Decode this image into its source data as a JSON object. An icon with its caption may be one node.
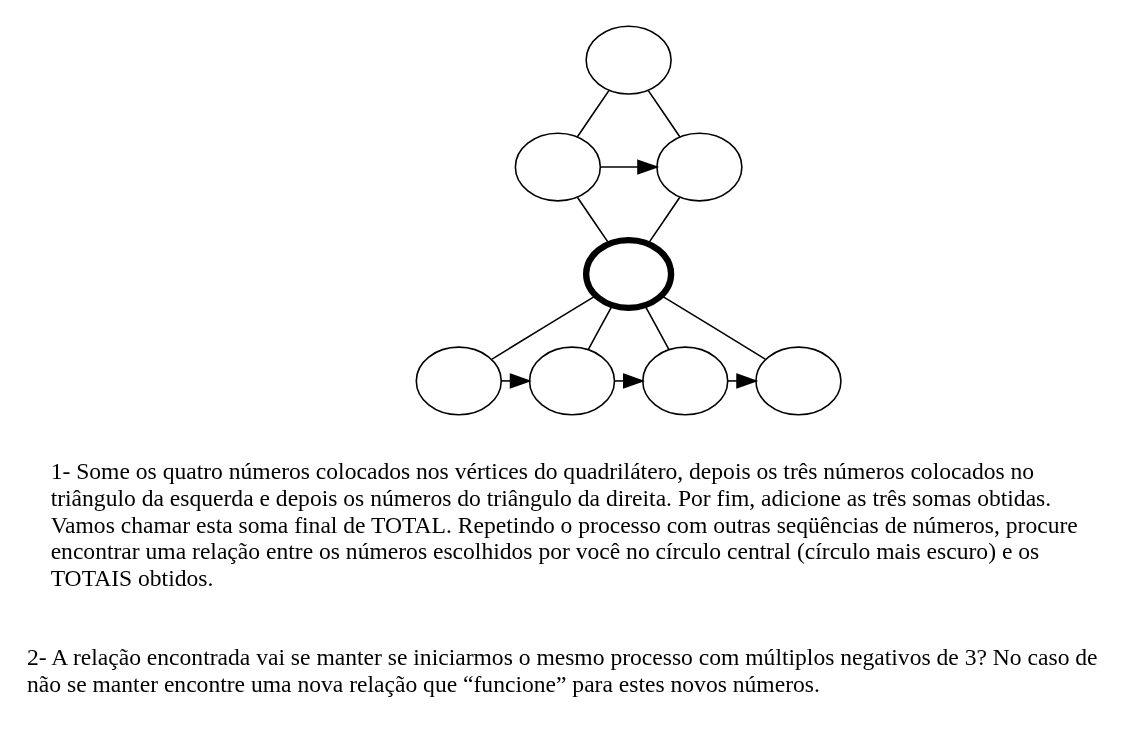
{
  "diagram": {
    "nodes": [
      {
        "text": [],
        "shape": "circle"
      },
      {
        "text": [],
        "shape": "circle"
      },
      {
        "text": [],
        "shape": "circle"
      },
      {
        "text": [],
        "shape": "circle"
      },
      {
        "text": [],
        "shape": "circle"
      },
      {
        "text": [],
        "shape": "circle"
      },
      {
        "text": [],
        "shape": "circle"
      },
      {
        "text": [],
        "shape": "circle"
      }
    ],
    "edges": [
      {
        "from": 0,
        "to": 1,
        "arrow": "none"
      },
      {
        "from": 0,
        "to": 2,
        "arrow": "none"
      },
      {
        "from": 1,
        "to": 2,
        "arrow": "to"
      },
      {
        "from": 1,
        "to": 3,
        "arrow": "none"
      },
      {
        "from": 2,
        "to": 3,
        "arrow": "none"
      },
      {
        "from": 3,
        "to": 4,
        "arrow": "none"
      },
      {
        "from": 3,
        "to": 5,
        "arrow": "none"
      },
      {
        "from": 3,
        "to": 6,
        "arrow": "none"
      },
      {
        "from": 3,
        "to": 7,
        "arrow": "none"
      },
      {
        "from": 4,
        "to": 5,
        "arrow": "to"
      },
      {
        "from": 5,
        "to": 6,
        "arrow": "to"
      },
      {
        "from": 6,
        "to": 7,
        "arrow": "to"
      }
    ],
    "labels": [
      "1- Some os quatro números colocados nos vértices do quadrilátero, depois os três números colocados no triângulo da esquerda e depois os números do triângulo da direita. Por fim, adicione as três somas obtidas. Vamos chamar esta soma final de TOTAL. Repetindo o processo com outras seqüências de números, procure encontrar uma relação entre os números escolhidos por você no círculo central (círculo mais escuro) e os TOTAIS obtidos.",
      "2- A relação encontrada vai se manter se iniciarmos o mesmo processo com múltiplos negativos de 3? No caso de não se manter encontre uma nova relação que “funcione” para estes novos números."
    ]
  }
}
